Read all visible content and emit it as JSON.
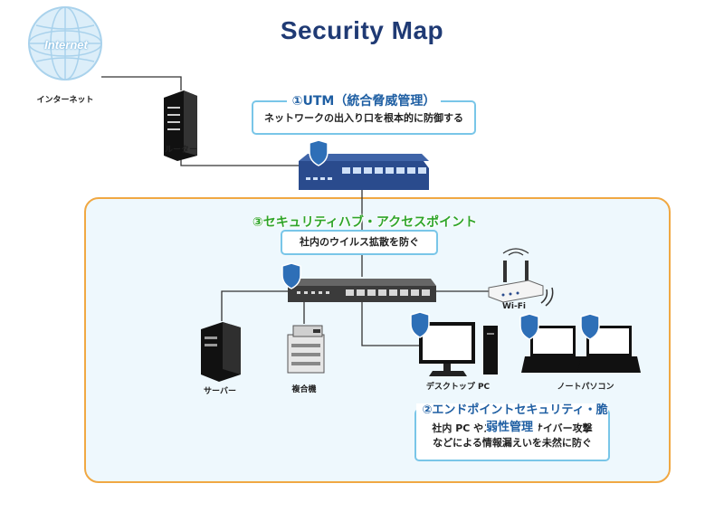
{
  "title": "Security Map",
  "internet": {
    "globe_text": "Internet",
    "label": "インターネット"
  },
  "router": {
    "label": "ルーター"
  },
  "utm": {
    "heading": "①UTM（統合脅威管理）",
    "description": "ネットワークの出入り口を根本的に防御する"
  },
  "hub": {
    "heading": "③セキュリティハブ・アクセスポイント",
    "description": "社内のウイルス拡散を防ぐ"
  },
  "devices": {
    "wifi": "Wi-Fi",
    "server": "サーバー",
    "printer": "複合機",
    "desktop": "デスクトップ PC",
    "laptops": "ノートパソコン"
  },
  "endpoint": {
    "heading": "②エンドポイントセキュリティ・脆弱性管理",
    "line1": "社内 PC やスマホへのサイバー攻撃",
    "line2": "などによる情報漏えいを未然に防ぐ"
  },
  "colors": {
    "title": "#1f3a74",
    "switch": "#2a4b8d",
    "zone_border": "#f0a843",
    "zone_fill": "#eef8fd",
    "callout_border": "#79c6e8",
    "shield": "#2e6fb7",
    "green_heading": "#2fa52a"
  }
}
